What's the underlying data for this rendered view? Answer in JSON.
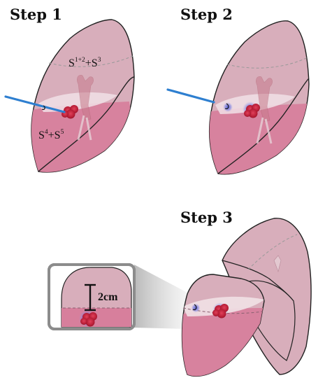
{
  "steps": [
    {
      "label": "Step 1"
    },
    {
      "label": "Step 2"
    },
    {
      "label": "Step 3"
    }
  ],
  "segments": {
    "upper": {
      "base1": "S",
      "sup1": "1+2",
      "plus": "+S",
      "sup2": "3"
    },
    "lower": {
      "base1": "S",
      "sup1": "4",
      "plus": "+S",
      "sup2": "5"
    }
  },
  "inset": {
    "margin_label": "2cm"
  },
  "colors": {
    "lung_fill": "#d8aebb",
    "lower_lobe": "#d77f9c",
    "plane": "#f1e1e6",
    "needle": "#2e7fd0",
    "tumor": "#c3213a",
    "marker": "#4a58d6",
    "frame": "#8c8c8c"
  }
}
